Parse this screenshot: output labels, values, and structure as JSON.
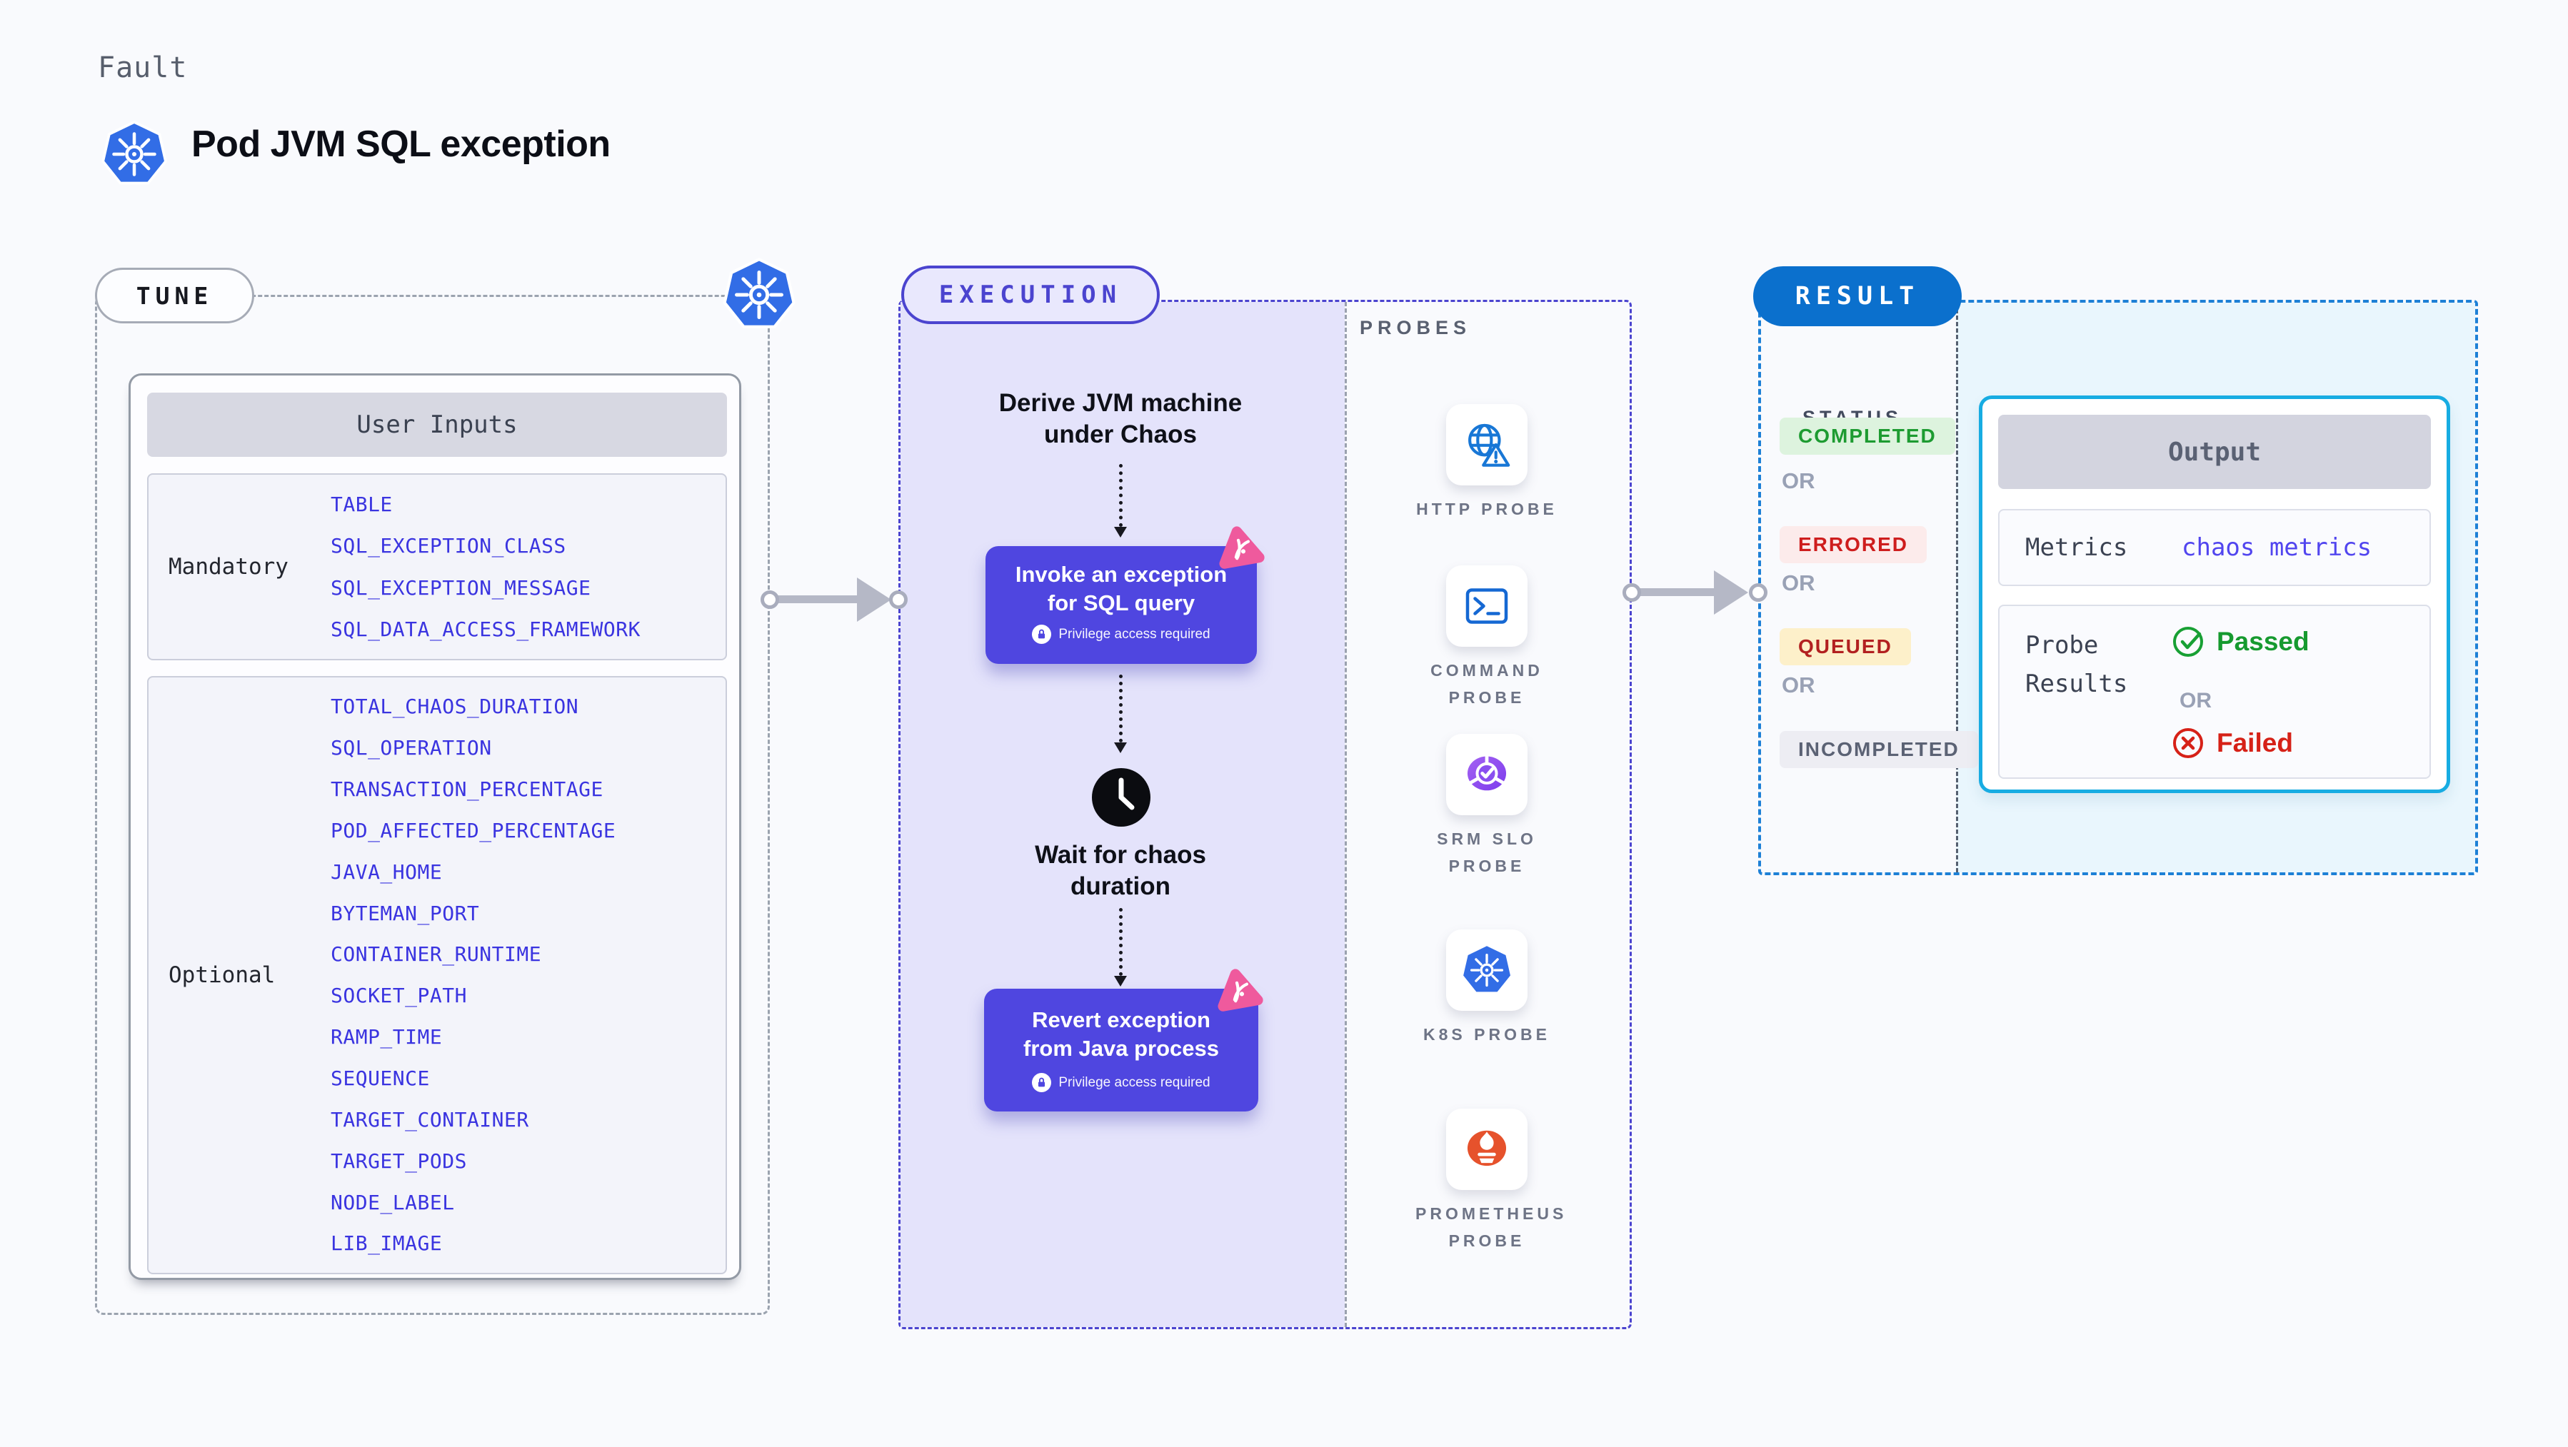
{
  "header": {
    "eyebrow": "Fault",
    "title": "Pod JVM SQL exception"
  },
  "tune": {
    "badge": "TUNE",
    "table_title": "User Inputs",
    "mandatory_label": "Mandatory",
    "mandatory": [
      "TABLE",
      "SQL_EXCEPTION_CLASS",
      "SQL_EXCEPTION_MESSAGE",
      "SQL_DATA_ACCESS_FRAMEWORK"
    ],
    "optional_label": "Optional",
    "optional": [
      "TOTAL_CHAOS_DURATION",
      "SQL_OPERATION",
      "TRANSACTION_PERCENTAGE",
      "POD_AFFECTED_PERCENTAGE",
      "JAVA_HOME",
      "BYTEMAN_PORT",
      "CONTAINER_RUNTIME",
      "SOCKET_PATH",
      "RAMP_TIME",
      "SEQUENCE",
      "TARGET_CONTAINER",
      "TARGET_PODS",
      "NODE_LABEL",
      "LIB_IMAGE"
    ]
  },
  "execution": {
    "badge": "EXECUTION",
    "derive_line1": "Derive JVM machine",
    "derive_line2": "under Chaos",
    "invoke_line1": "Invoke an exception",
    "invoke_line2": "for SQL query",
    "privilege": "Privilege access required",
    "wait_line1": "Wait for chaos",
    "wait_line2": "duration",
    "revert_line1": "Revert exception",
    "revert_line2": "from Java process"
  },
  "probes": {
    "heading": "PROBES",
    "items": [
      {
        "label": "HTTP PROBE",
        "icon": "http-probe-icon"
      },
      {
        "label": "COMMAND PROBE",
        "icon": "command-probe-icon"
      },
      {
        "label": "SRM SLO PROBE",
        "icon": "srm-slo-probe-icon"
      },
      {
        "label": "K8S PROBE",
        "icon": "k8s-probe-icon"
      },
      {
        "label": "PROMETHEUS PROBE",
        "icon": "prometheus-probe-icon"
      }
    ]
  },
  "result": {
    "badge": "RESULT",
    "status_heading": "STATUS",
    "or": "OR",
    "statuses": [
      "COMPLETED",
      "ERRORED",
      "QUEUED",
      "INCOMPLETED"
    ],
    "output": {
      "title": "Output",
      "metrics_label": "Metrics",
      "metrics_value": "chaos metrics",
      "probe_results_line1": "Probe",
      "probe_results_line2": "Results",
      "passed": "Passed",
      "failed": "Failed"
    }
  },
  "colors": {
    "accent_indigo": "#4f46e0",
    "execution_border": "#4b44cf",
    "execution_bg": "#e4e3fb",
    "result_border": "#1d80d6",
    "result_badge_bg": "#0b70cd",
    "result_panel_bg": "#e9f6fd",
    "output_border": "#17ace2",
    "param_text": "#3a34e0",
    "k8s_blue": "#326de6",
    "chaos_pink": "#ef5a9d",
    "passed_green": "#169a2f",
    "failed_red": "#d62117",
    "completed_green": "#1d9b31",
    "errored_red": "#ce1d1d",
    "queued_red": "#b22020",
    "incompleted_gray": "#5b6274",
    "prometheus_orange": "#e6522c"
  }
}
